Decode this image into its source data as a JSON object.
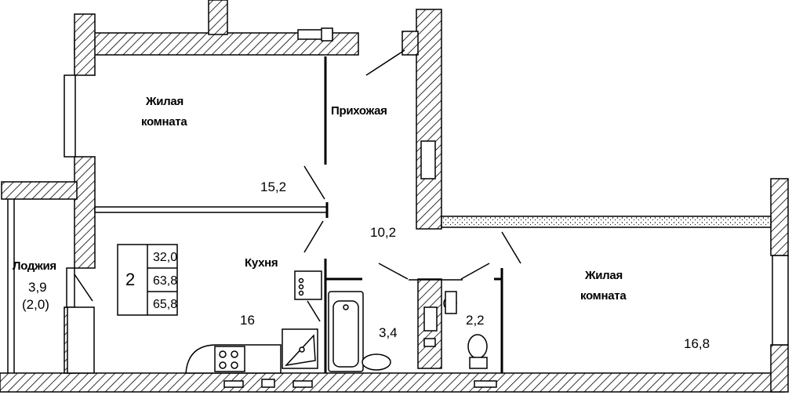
{
  "rooms": {
    "living_room_1": {
      "name_line1": "Жилая",
      "name_line2": "комната",
      "area": "15,2"
    },
    "hallway": {
      "name": "Прихожая",
      "area": "10,2"
    },
    "living_room_2": {
      "name_line1": "Жилая",
      "name_line2": "комната",
      "area": "16,8"
    },
    "kitchen": {
      "name": "Кухня",
      "area": "16"
    },
    "loggia": {
      "name": "Лоджия",
      "area": "3,9",
      "area_reduced": "(2,0)"
    },
    "bathroom": {
      "area": "3,4"
    },
    "toilet": {
      "area": "2,2"
    }
  },
  "summary_table": {
    "rooms_count": "2",
    "living_area": "32,0",
    "total_area": "63,8",
    "total_area_with_loggia": "65,8"
  },
  "colors": {
    "line": "#000000",
    "background": "#ffffff",
    "hatch": "#000000"
  },
  "icons": [
    "stove-icon",
    "sink-icon",
    "bathtub-icon",
    "toilet-icon",
    "washbasin-icon",
    "radiator-icon"
  ]
}
